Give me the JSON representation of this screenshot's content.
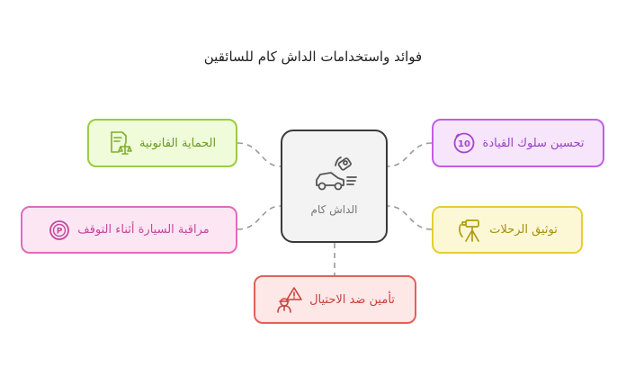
{
  "diagram": {
    "title": "فوائد واستخدامات الداش كام للسائقين",
    "center": {
      "label": "الداش كام",
      "icon": "car-camera-icon"
    },
    "nodes": {
      "legal": {
        "label": "الحماية القانونية",
        "icon": "legal-document-scale-icon",
        "color": "#9acd40"
      },
      "behavior": {
        "label": "تحسين سلوك القيادة",
        "icon": "speed-limit-10-icon",
        "color": "#c25ee6"
      },
      "parking": {
        "label": "مراقبة السيارة أثناء التوقف",
        "icon": "parking-sign-icon",
        "color": "#e06cbc"
      },
      "trips": {
        "label": "توثيق الرحلات",
        "icon": "tripod-camera-icon",
        "color": "#e4cf34"
      },
      "fraud": {
        "label": "تأمين ضد الاحتيال",
        "icon": "warning-thief-icon",
        "color": "#e0615a"
      }
    }
  }
}
